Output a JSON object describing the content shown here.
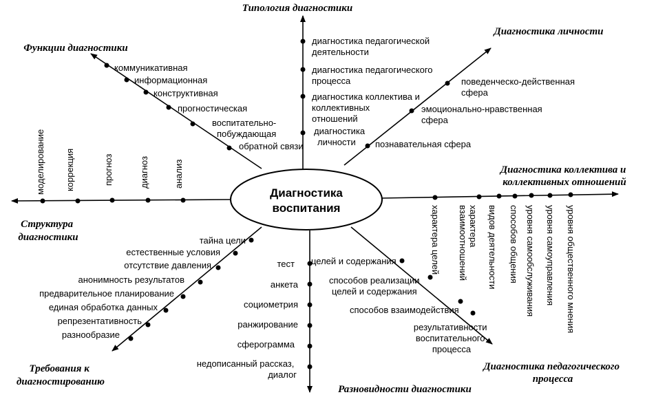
{
  "center": {
    "line1": "Диагностика",
    "line2": "воспитания"
  },
  "branches": {
    "typology": {
      "title": "Типология диагностики",
      "items": [
        [
          "диагностика педагогической",
          "деятельности"
        ],
        [
          "диагностика педагогического",
          "процесса"
        ],
        [
          "диагностика коллектива и",
          "коллективных",
          "отношений"
        ],
        [
          "диагностика",
          "личности"
        ]
      ]
    },
    "personality": {
      "title": "Диагностика личности",
      "items": [
        [
          "поведенческо-действенная",
          "сфера"
        ],
        [
          "эмоционально-нравственная",
          "сфера"
        ],
        [
          "познавательная сфера"
        ]
      ]
    },
    "functions": {
      "title": "Функции диагностики",
      "items": [
        [
          "коммуникативная"
        ],
        [
          "информационная"
        ],
        [
          "конструктивная"
        ],
        [
          "прогностическая"
        ],
        [
          "воспитательно-",
          "побуждающая"
        ],
        [
          "обратной связи"
        ]
      ]
    },
    "structure": {
      "title": [
        "Структура",
        "диагностики"
      ],
      "items": [
        "моделирование",
        "коррекция",
        "прогноз",
        "диагноз",
        "анализ"
      ]
    },
    "collective": {
      "title": [
        "Диагностика коллектива и",
        "коллективных отношений"
      ],
      "items": [
        [
          "характера целей"
        ],
        [
          "характера",
          "взаимоотношений"
        ],
        [
          "видов деятельности"
        ],
        [
          "способов общения"
        ],
        [
          "уровня самообслуживания"
        ],
        [
          "уровня самоуправления"
        ],
        [
          "уровня общественного мнения"
        ]
      ]
    },
    "requirements": {
      "title": [
        "Требования  к",
        "диагностированию"
      ],
      "items": [
        "тайна цели",
        "естественные условия",
        "отсутствие давления",
        "анонимность результатов",
        "предварительное планирование",
        "единая обработка данных",
        "репрезентативность",
        "разнообразие"
      ]
    },
    "varieties": {
      "title": "Разновидности диагностики",
      "items": [
        [
          "тест"
        ],
        [
          "анкета"
        ],
        [
          "социометрия"
        ],
        [
          "ранжирование"
        ],
        [
          "сферограмма"
        ],
        [
          "недописанный рассказ,",
          "диалог"
        ]
      ]
    },
    "process": {
      "title": [
        "Диагностика педагогического",
        "процесса"
      ],
      "items": [
        [
          "целей и содержания"
        ],
        [
          "способов реализации",
          "целей и  содержания"
        ],
        [
          "способов взаимодействия"
        ],
        [
          "результативности",
          "воспитательного",
          "процесса"
        ]
      ]
    }
  }
}
